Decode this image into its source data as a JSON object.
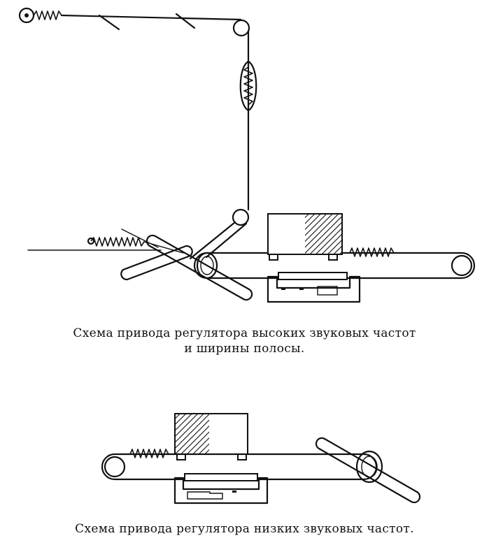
{
  "captions": {
    "top_line1": "Схема привода регулятора высоких звуковых частот",
    "top_line2": "и ширины полосы.",
    "bottom": "Схема привода регулятора низких звуковых частот."
  }
}
